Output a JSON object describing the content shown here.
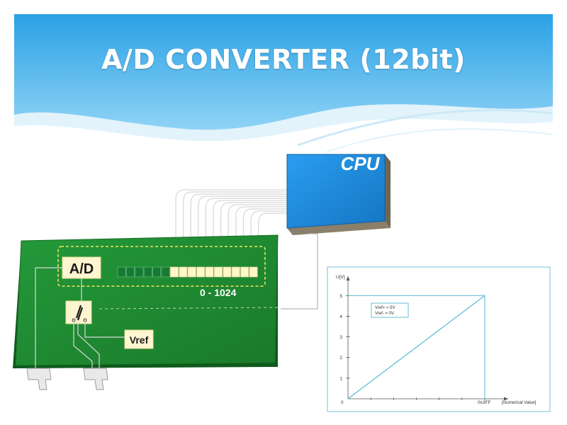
{
  "slide": {
    "title": "A/D CONVERTER  (12bit)",
    "colors": {
      "header_blue": "#2aa1e6",
      "board_green": "#1f8a2f",
      "cpu_blue": "#1e90e0",
      "dashed_yellow": "#f3e55a",
      "cell_light": "#fff7c7",
      "cell_dark": "#147a34",
      "chart_line": "#56b8d0"
    }
  },
  "diagram": {
    "cpu_label": "CPU",
    "adc_label": "A/D",
    "range_label": "0 - 1024",
    "vref_label": "Vref",
    "register_cells": 16,
    "register_dark_cells": 6,
    "bus_lines": 12
  },
  "chart_data": {
    "type": "line",
    "ylabel": "U[V]",
    "xlabel": "[Numerical Value]",
    "x_tick_labels": [
      "0",
      "0x3FF"
    ],
    "y_ticks": [
      0,
      1,
      2,
      3,
      4,
      5
    ],
    "y_tick_labels": [
      "1",
      "2",
      "3",
      "4",
      "5"
    ],
    "xlim": [
      0,
      1023
    ],
    "ylim": [
      0,
      5.8
    ],
    "series": [
      {
        "x": [
          0,
          1023
        ],
        "y": [
          0,
          5
        ]
      }
    ],
    "annotation": [
      "Vref+ = 5V",
      "Vref- = 0V"
    ]
  }
}
